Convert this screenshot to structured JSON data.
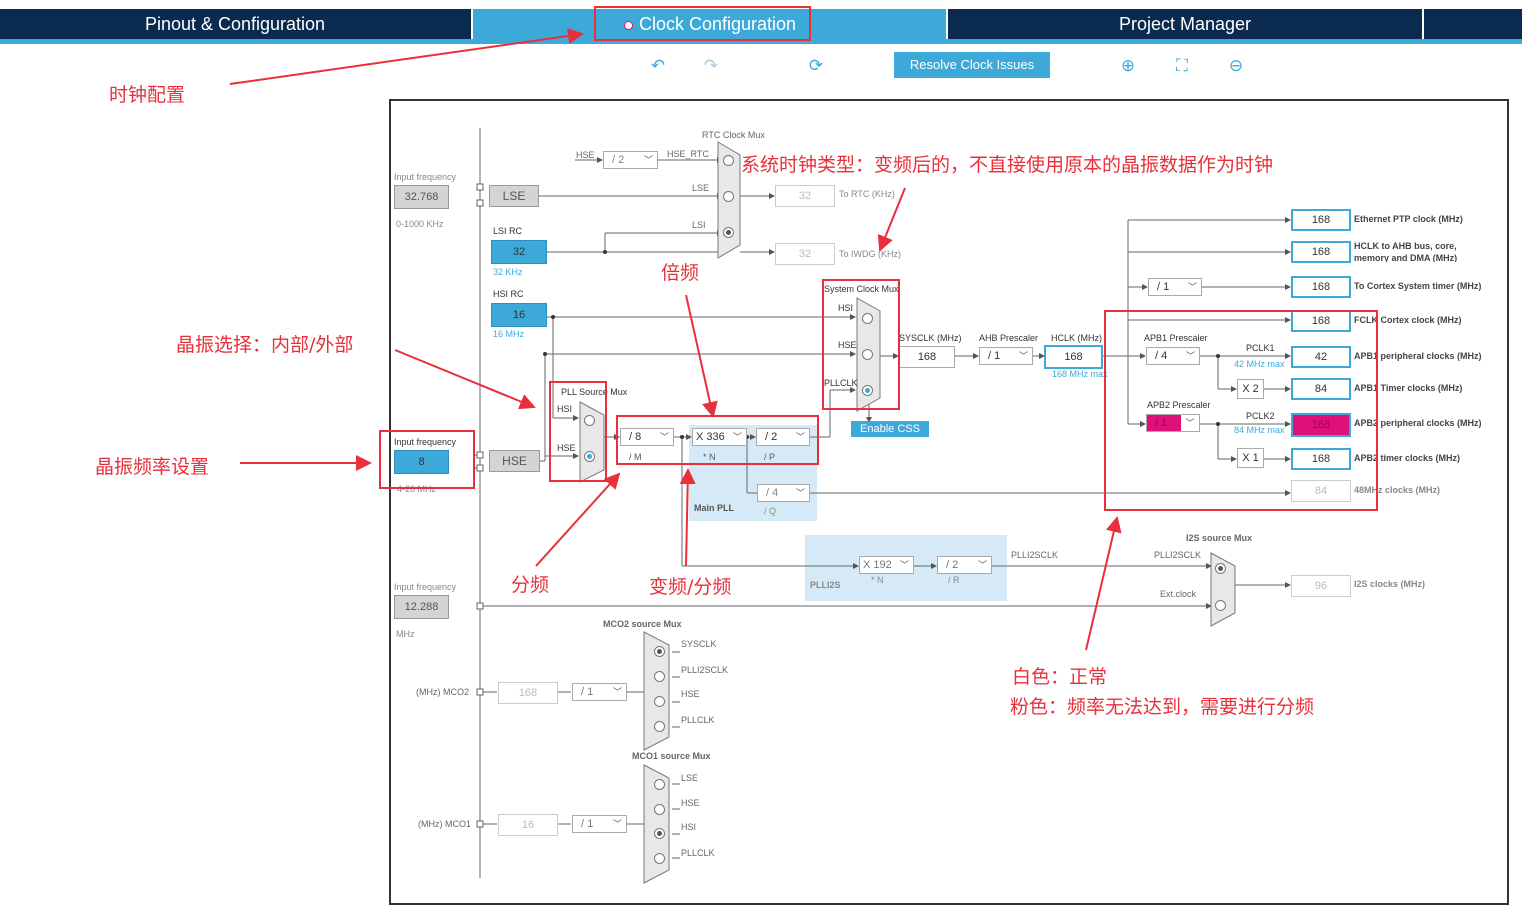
{
  "tabs": {
    "pinout": "Pinout & Configuration",
    "clock": "Clock Configuration",
    "project": "Project Manager"
  },
  "toolbar": {
    "resolve": "Resolve Clock Issues",
    "undo_icon": "undo-icon",
    "redo_icon": "redo-icon",
    "reset_icon": "reset-icon",
    "zoom_in_icon": "zoom-in-icon",
    "fit_icon": "fit-icon",
    "zoom_out_icon": "zoom-out-icon"
  },
  "annotations": {
    "clock_config": "时钟配置",
    "sysclk_type": "系统时钟类型：变频后的，不直接使用原本的晶振数据作为时钟",
    "multiply": "倍频",
    "osc_select": "晶振选择：内部/外部",
    "osc_freq": "晶振频率设置",
    "divide": "分频",
    "freq_div": "变频/分频",
    "white_normal": "白色：正常",
    "pink_warn": "粉色：频率无法达到，需要进行分频"
  },
  "lse": {
    "input_label": "Input frequency",
    "value": "32.768",
    "range": "0-1000 KHz",
    "name": "LSE"
  },
  "lsi": {
    "label": "LSI RC",
    "value": "32",
    "unit": "32 KHz"
  },
  "hsi": {
    "label": "HSI RC",
    "value": "16",
    "unit": "16 MHz"
  },
  "hse": {
    "input_label": "Input frequency",
    "value": "8",
    "range": "4-26 MHz",
    "name": "HSE"
  },
  "i2s_in": {
    "label": "Input frequency",
    "value": "12.288",
    "unit": "MHz"
  },
  "rtc": {
    "mux": "RTC Clock Mux",
    "hse": "HSE",
    "div": "/ 2",
    "hse_rtc": "HSE_RTC",
    "lse": "LSE",
    "lsi": "LSI",
    "rtc_value": "32",
    "rtc_label": "To RTC (KHz)",
    "iwdg_value": "32",
    "iwdg_label": "To IWDG (KHz)"
  },
  "pll": {
    "mux": "PLL Source Mux",
    "hsi": "HSI",
    "hse": "HSE",
    "m": "/ 8",
    "m_lbl": "/ M",
    "n": "X 336",
    "n_lbl": "* N",
    "p": "/ 2",
    "p_lbl": "/ P",
    "q": "/ 4",
    "q_lbl": "/ Q",
    "name": "Main PLL"
  },
  "sysmux": {
    "mux": "System Clock Mux",
    "hsi": "HSI",
    "hse": "HSE",
    "pllclk": "PLLCLK",
    "css": "Enable CSS"
  },
  "sysclk": {
    "label": "SYSCLK (MHz)",
    "value": "168"
  },
  "ahb": {
    "label": "AHB Prescaler",
    "value": "/ 1"
  },
  "hclk": {
    "label": "HCLK (MHz)",
    "value": "168",
    "max": "168 MHz max"
  },
  "cortex_div": "/ 1",
  "apb1": {
    "label": "APB1 Prescaler",
    "value": "/ 4",
    "pclk": "PCLK1",
    "max": "42 MHz max",
    "x2": "X 2"
  },
  "apb2": {
    "label": "APB2 Prescaler",
    "value": "/ 1",
    "pclk": "PCLK2",
    "max": "84 MHz max",
    "x1": "X 1"
  },
  "outputs": [
    {
      "value": "168",
      "label": "Ethernet PTP clock (MHz)"
    },
    {
      "value": "168",
      "label": "HCLK to AHB bus, core, memory and DMA (MHz)"
    },
    {
      "value": "168",
      "label": "To Cortex System timer (MHz)"
    },
    {
      "value": "168",
      "label": "FCLK Cortex clock (MHz)"
    },
    {
      "value": "42",
      "label": "APB1 peripheral clocks (MHz)"
    },
    {
      "value": "84",
      "label": "APB1 Timer clocks (MHz)"
    },
    {
      "value": "168",
      "label": "APB2 peripheral clocks (MHz)"
    },
    {
      "value": "168",
      "label": "APB2 timer clocks (MHz)"
    },
    {
      "value": "84",
      "label": "48MHz clocks (MHz)"
    }
  ],
  "plli2s": {
    "n": "X 192",
    "n_lbl": "* N",
    "r": "/ 2",
    "r_lbl": "/ R",
    "name": "PLLI2S",
    "out": "PLLI2SCLK"
  },
  "i2s": {
    "mux": "I2S source Mux",
    "plli2sclk": "PLLI2SCLK",
    "ext": "Ext.clock",
    "value": "96",
    "label": "I2S clocks (MHz)"
  },
  "mco2": {
    "mux": "MCO2 source Mux",
    "opts": [
      "SYSCLK",
      "PLLI2SCLK",
      "HSE",
      "PLLCLK"
    ],
    "div": "/ 1",
    "value": "168",
    "label": "(MHz) MCO2"
  },
  "mco1": {
    "mux": "MCO1 source Mux",
    "opts": [
      "LSE",
      "HSE",
      "HSI",
      "PLLCLK"
    ],
    "div": "/ 1",
    "value": "16",
    "label": "(MHz) MCO1"
  },
  "colors": {
    "accent": "#3da9d8",
    "navy": "#0a2a4f",
    "pink": "#e0107a",
    "red": "#e8303a"
  }
}
